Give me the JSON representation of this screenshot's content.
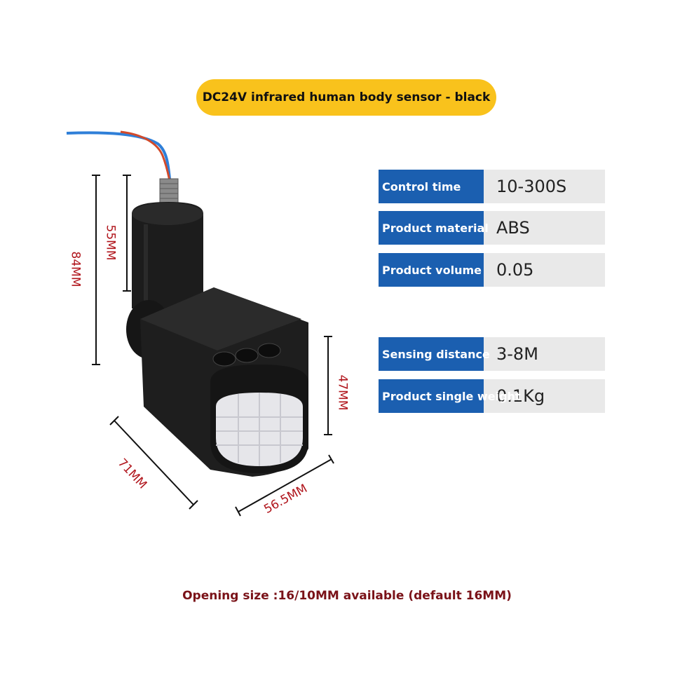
{
  "title": "DC24V infrared human body sensor - black",
  "specs": [
    {
      "label": "Control time",
      "value": "10-300S"
    },
    {
      "label": "Product material",
      "value": "ABS"
    },
    {
      "label": "Product volume",
      "value": "0.05"
    },
    {
      "label": "Sensing distance",
      "value": "3-8M"
    },
    {
      "label": "Product single weight",
      "value": "0.1Kg"
    }
  ],
  "dimensions": {
    "total_height": "84MM",
    "tube_height": "55MM",
    "head_height": "47MM",
    "depth": "71MM",
    "width": "56.5MM"
  },
  "footer": "Opening size :16/10MM available (default 16MM)",
  "colors": {
    "title_bg": "#f9c21c",
    "label_bg": "#1b5fb0",
    "value_bg": "#e9e9e9",
    "dimension_text": "#b0141b",
    "footer_text": "#7a1218",
    "product": "#1a1a1a"
  }
}
